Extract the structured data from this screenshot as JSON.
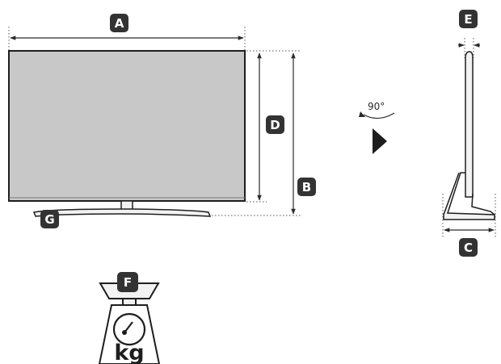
{
  "diagram": {
    "labels": {
      "width": "A",
      "height_with_stand": "B",
      "depth_with_stand": "C",
      "height_without_stand": "D",
      "depth_without_stand": "E",
      "weight": "F",
      "stand": "G"
    },
    "rotation_note": "90°",
    "weight_unit": "kg"
  },
  "colors": {
    "screen": "#c8c8c8",
    "bezel": "#1e1e1e",
    "badge": "#333333",
    "line": "#2b2b2b"
  }
}
